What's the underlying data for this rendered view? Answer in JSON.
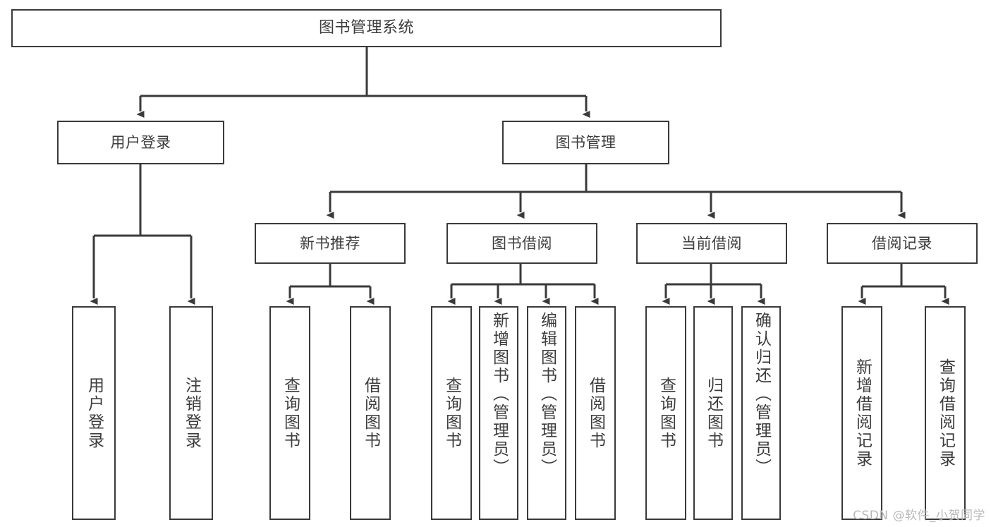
{
  "diagram": {
    "title": "图书管理系统",
    "type": "tree-hierarchy",
    "orientation": "top-down",
    "colors": {
      "background": "#ffffff",
      "box_fill": "#ffffff",
      "box_border": "#3a3a3a",
      "text": "#3c3c3c",
      "connector": "#3a3a3a",
      "watermark": "#b9b9b9"
    }
  },
  "root": {
    "label": "图书管理系统"
  },
  "level2": [
    {
      "id": "user-login",
      "label": "用户登录"
    },
    {
      "id": "book-management",
      "label": "图书管理"
    }
  ],
  "level3": [
    {
      "id": "new-book-recommend",
      "label": "新书推荐"
    },
    {
      "id": "book-borrow",
      "label": "图书借阅"
    },
    {
      "id": "current-borrow",
      "label": "当前借阅"
    },
    {
      "id": "borrow-record",
      "label": "借阅记录"
    }
  ],
  "leaves": {
    "user_login": [
      {
        "id": "leaf-user-login",
        "label": "用户登录"
      },
      {
        "id": "leaf-logout-login",
        "label": "注销登录"
      }
    ],
    "new_book_recommend": [
      {
        "id": "leaf-query-book-1",
        "label": "查询图书"
      },
      {
        "id": "leaf-borrow-book-1",
        "label": "借阅图书"
      }
    ],
    "book_borrow": [
      {
        "id": "leaf-query-book-2",
        "label": "查询图书"
      },
      {
        "id": "leaf-add-book",
        "label": "新增图书（管理员）"
      },
      {
        "id": "leaf-edit-book",
        "label": "编辑图书（管理员）"
      },
      {
        "id": "leaf-borrow-book-2",
        "label": "借阅图书"
      }
    ],
    "current_borrow": [
      {
        "id": "leaf-query-book-3",
        "label": "查询图书"
      },
      {
        "id": "leaf-return-book",
        "label": "归还图书"
      },
      {
        "id": "leaf-confirm-return",
        "label": "确认归还（管理员）"
      }
    ],
    "borrow_record": [
      {
        "id": "leaf-add-record",
        "label": "新增借阅记录"
      },
      {
        "id": "leaf-query-record",
        "label": "查询借阅记录"
      }
    ]
  },
  "watermark": {
    "text": "CSDN @软件_小贺同学"
  }
}
